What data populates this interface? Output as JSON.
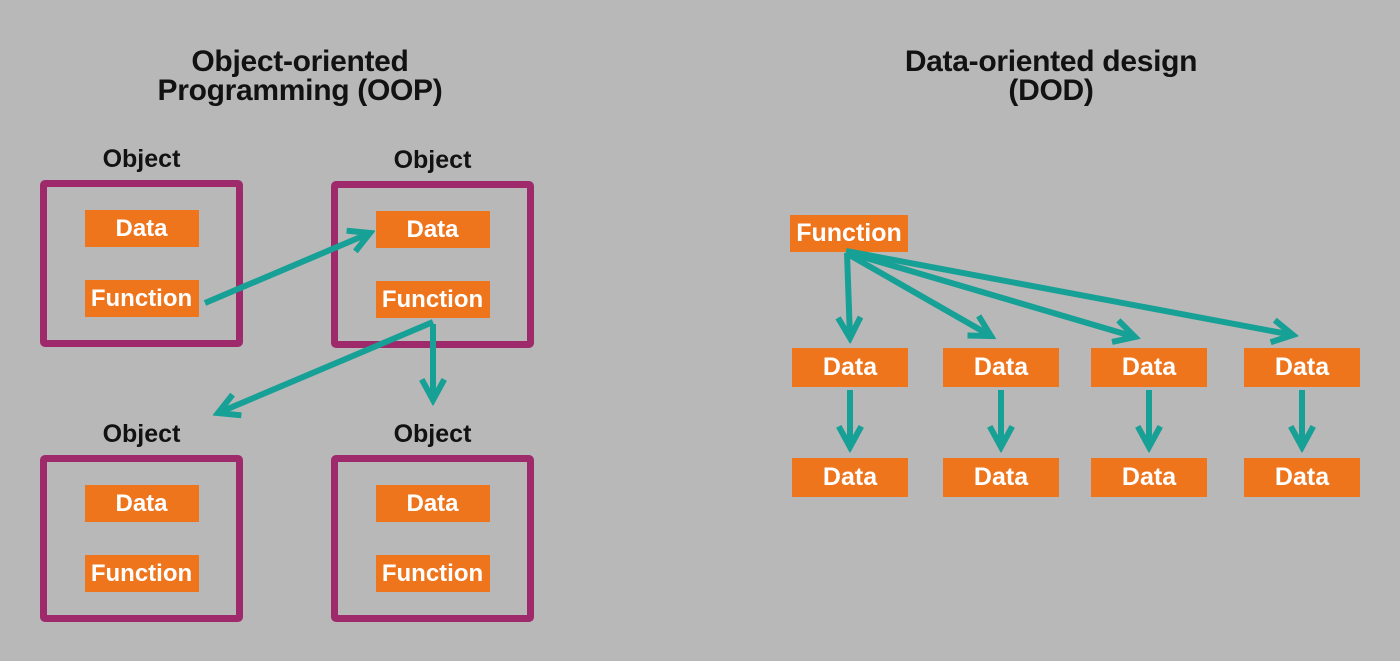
{
  "colors": {
    "background": "#b8b8b8",
    "orange": "#ef751d",
    "purple": "#9e2a6b",
    "teal": "#16a096",
    "heading_text": "#121212",
    "chip_text": "#ffffff"
  },
  "oop": {
    "title_line1": "Object-oriented",
    "title_line2": "Programming (OOP)",
    "objects": [
      {
        "label": "Object",
        "data_label": "Data",
        "function_label": "Function"
      },
      {
        "label": "Object",
        "data_label": "Data",
        "function_label": "Function"
      },
      {
        "label": "Object",
        "data_label": "Data",
        "function_label": "Function"
      },
      {
        "label": "Object",
        "data_label": "Data",
        "function_label": "Function"
      }
    ]
  },
  "dod": {
    "title_line1": "Data-oriented design",
    "title_line2": "(DOD)",
    "function_label": "Function",
    "row1": [
      "Data",
      "Data",
      "Data",
      "Data"
    ],
    "row2": [
      "Data",
      "Data",
      "Data",
      "Data"
    ]
  }
}
